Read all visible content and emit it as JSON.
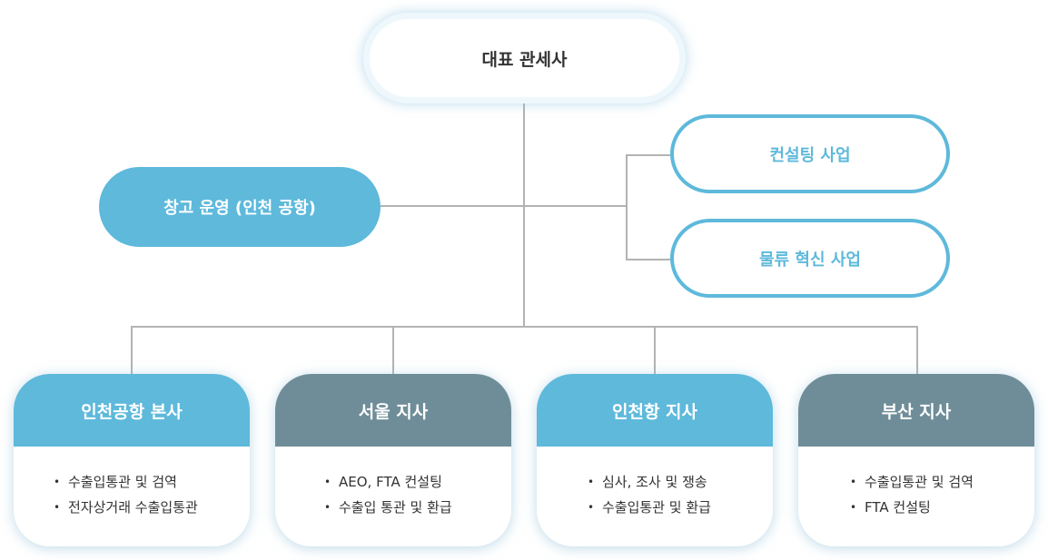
{
  "top": {
    "label": "대표 관세사"
  },
  "side_left": {
    "label": "창고 운영 (인천 공항)"
  },
  "side_right": [
    {
      "label": "컨설팅 사업"
    },
    {
      "label": "물류 혁신 사업"
    }
  ],
  "branches": [
    {
      "title": "인천공항 본사",
      "items": [
        "수출입통관 및 검역",
        "전자상거래 수출입통관"
      ]
    },
    {
      "title": "서울 지사",
      "items": [
        "AEO, FTA 컨설팅",
        "수출입 통관 및 환급"
      ]
    },
    {
      "title": "인천항 지사",
      "items": [
        "심사, 조사 및 쟁송",
        "수출입통관 및 환급"
      ]
    },
    {
      "title": "부산 지사",
      "items": [
        "수출입통관 및 검역",
        "FTA 컨설팅"
      ]
    }
  ],
  "colors": {
    "accent_blue": "#5eb9db",
    "branch_gray": "#6f8d98",
    "connector": "#b3b3b3"
  }
}
